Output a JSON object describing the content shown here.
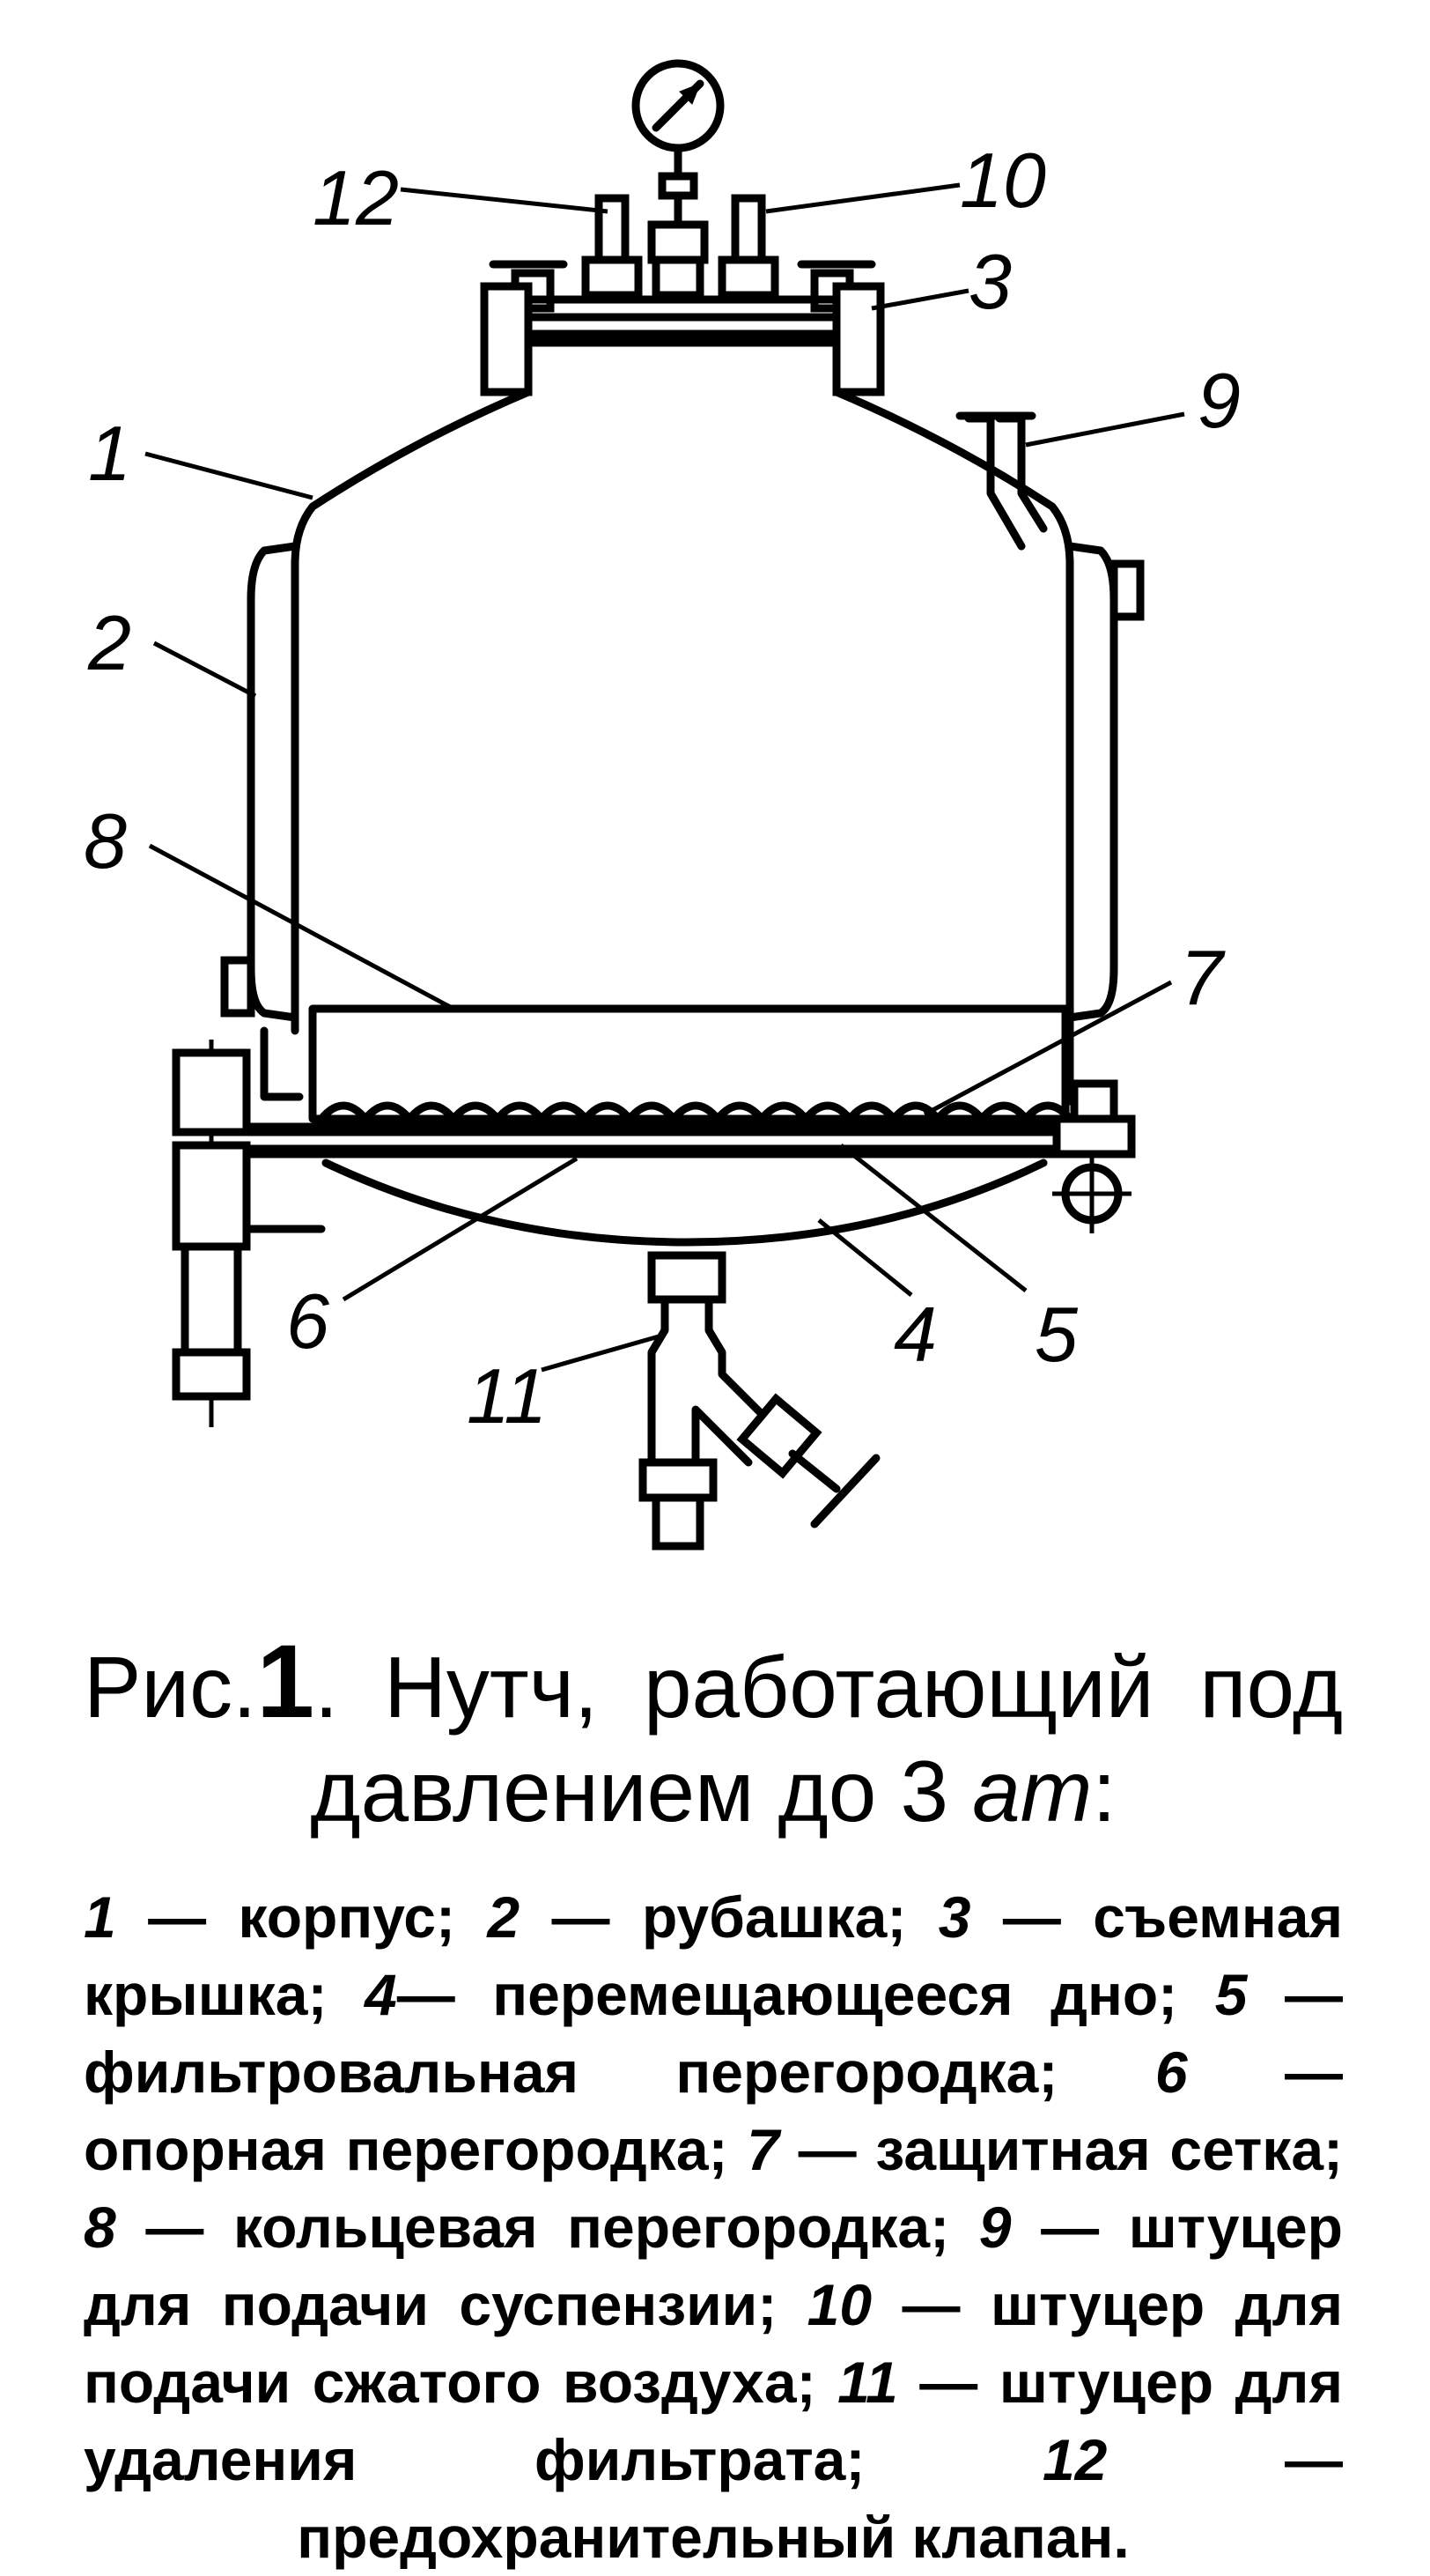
{
  "figure": {
    "title_prefix": "Рис.",
    "title_number": "1",
    "title_text": ". Нутч, работающий под давлением до 3 ",
    "title_unit": "ат",
    "title_suffix": ":"
  },
  "labels": {
    "l1": "1",
    "l2": "2",
    "l3": "3",
    "l4": "4",
    "l5": "5",
    "l6": "6",
    "l7": "7",
    "l8": "8",
    "l9": "9",
    "l10": "10",
    "l11": "11",
    "l12": "12"
  },
  "legend": [
    {
      "num": "1",
      "text": " — корпус; "
    },
    {
      "num": "2",
      "text": " — рубашка; "
    },
    {
      "num": "3",
      "text": " — съемная крышка; "
    },
    {
      "num": "4",
      "text": "— перемещающееся дно; "
    },
    {
      "num": "5",
      "text": " — фильтровальная перегородка; "
    },
    {
      "num": "6",
      "text": " — опорная перегородка; "
    },
    {
      "num": "7",
      "text": " — защитная сетка; "
    },
    {
      "num": "8",
      "text": " — кольцевая перегородка; "
    },
    {
      "num": "9",
      "text": " — штуцер для подачи суспензии; "
    },
    {
      "num": "10",
      "text": " — штуцер для подачи сжатого воздуха; "
    },
    {
      "num": "11",
      "text": " — штуцер для удаления фильтрата; "
    },
    {
      "num": "12",
      "text": " — предохранительный клапан."
    }
  ]
}
